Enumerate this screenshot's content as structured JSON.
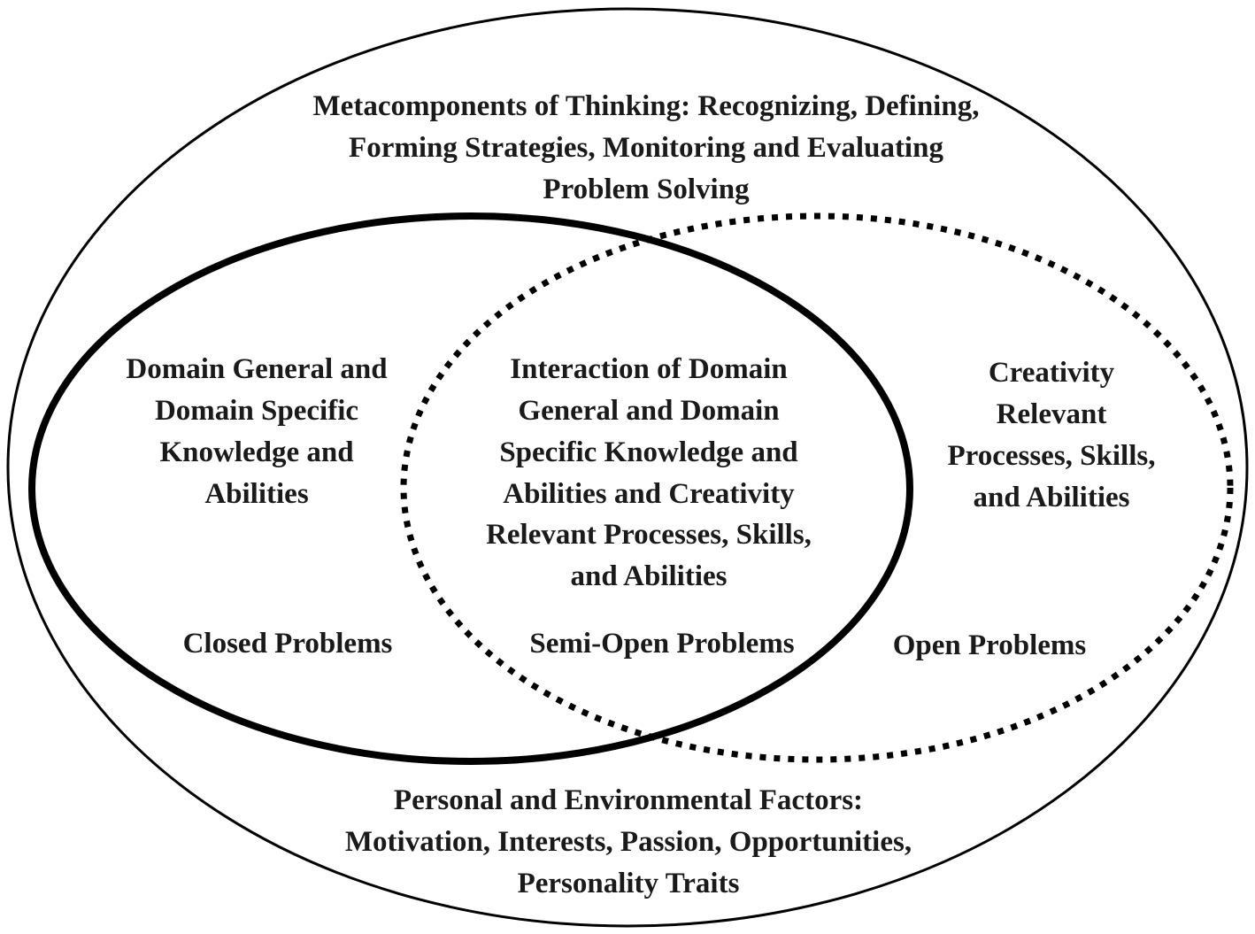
{
  "diagram": {
    "outer": {
      "top_lines": [
        "Metacomponents of Thinking: Recognizing, Defining,",
        "Forming Strategies, Monitoring and Evaluating",
        "Problem Solving"
      ],
      "bottom_lines": [
        "Personal and Environmental Factors:",
        "Motivation, Interests, Passion, Opportunities,",
        "Personality Traits"
      ]
    },
    "left_set": {
      "lines": [
        "Domain General and",
        "Domain Specific",
        "Knowledge and",
        "Abilities"
      ],
      "problem": "Closed Problems"
    },
    "intersection": {
      "lines": [
        "Interaction of Domain",
        "General and Domain",
        "Specific Knowledge and",
        "Abilities and Creativity",
        "Relevant Processes, Skills,",
        "and Abilities"
      ],
      "problem": "Semi-Open Problems"
    },
    "right_set": {
      "lines": [
        "Creativity",
        "Relevant",
        "Processes, Skills,",
        "and Abilities"
      ],
      "problem": "Open Problems"
    },
    "colors": {
      "stroke": "#000000",
      "text": "#1a1a1a",
      "background": "#ffffff"
    }
  }
}
